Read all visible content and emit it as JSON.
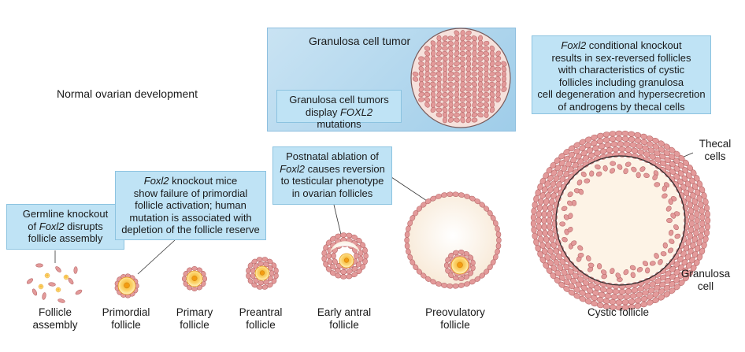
{
  "heading": "Normal ovarian development",
  "tumor_panel": {
    "title": "Granulosa cell tumor",
    "note": [
      "Granulosa cell tumors",
      "display ",
      "FOXL2",
      " mutations"
    ]
  },
  "callouts": {
    "germline": [
      "Germline knockout",
      "of ",
      "Foxl2",
      " disrupts",
      "follicle assembly"
    ],
    "knockout": [
      "Foxl2",
      " knockout mice",
      "show failure of primordial",
      "follicle activation; human",
      "mutation is associated with",
      "depletion of the follicle reserve"
    ],
    "postnatal": [
      "Postnatal ablation of",
      "Foxl2",
      " causes reversion",
      "to testicular phenotype",
      "in ovarian follicles"
    ],
    "conditional": [
      "Foxl2",
      " conditional knockout",
      "results in sex-reversed follicles",
      "with characteristics of cystic",
      "follicles including granulosa",
      "cell degeneration and hypersecretion",
      "of androgens by thecal cells"
    ]
  },
  "stages": [
    [
      "Follicle",
      "assembly"
    ],
    [
      "Primordial",
      "follicle"
    ],
    [
      "Primary",
      "follicle"
    ],
    [
      "Preantral",
      "follicle"
    ],
    [
      "Early antral",
      "follicle"
    ],
    [
      "Preovulatory",
      "follicle"
    ],
    [
      "Cystic follicle"
    ]
  ],
  "annotations": {
    "thecal": [
      "Thecal",
      "cells"
    ],
    "granulosa": [
      "Granulosa",
      "cell"
    ]
  },
  "colors": {
    "callout_fill": "#bfe3f5",
    "panel_fill": "#a9d2ec",
    "granulosa_cell": "#e39a9a",
    "granulosa_cell_edge": "#b86a6a",
    "oocyte": "#f6b12a",
    "antrum": "#fdf6ec"
  }
}
